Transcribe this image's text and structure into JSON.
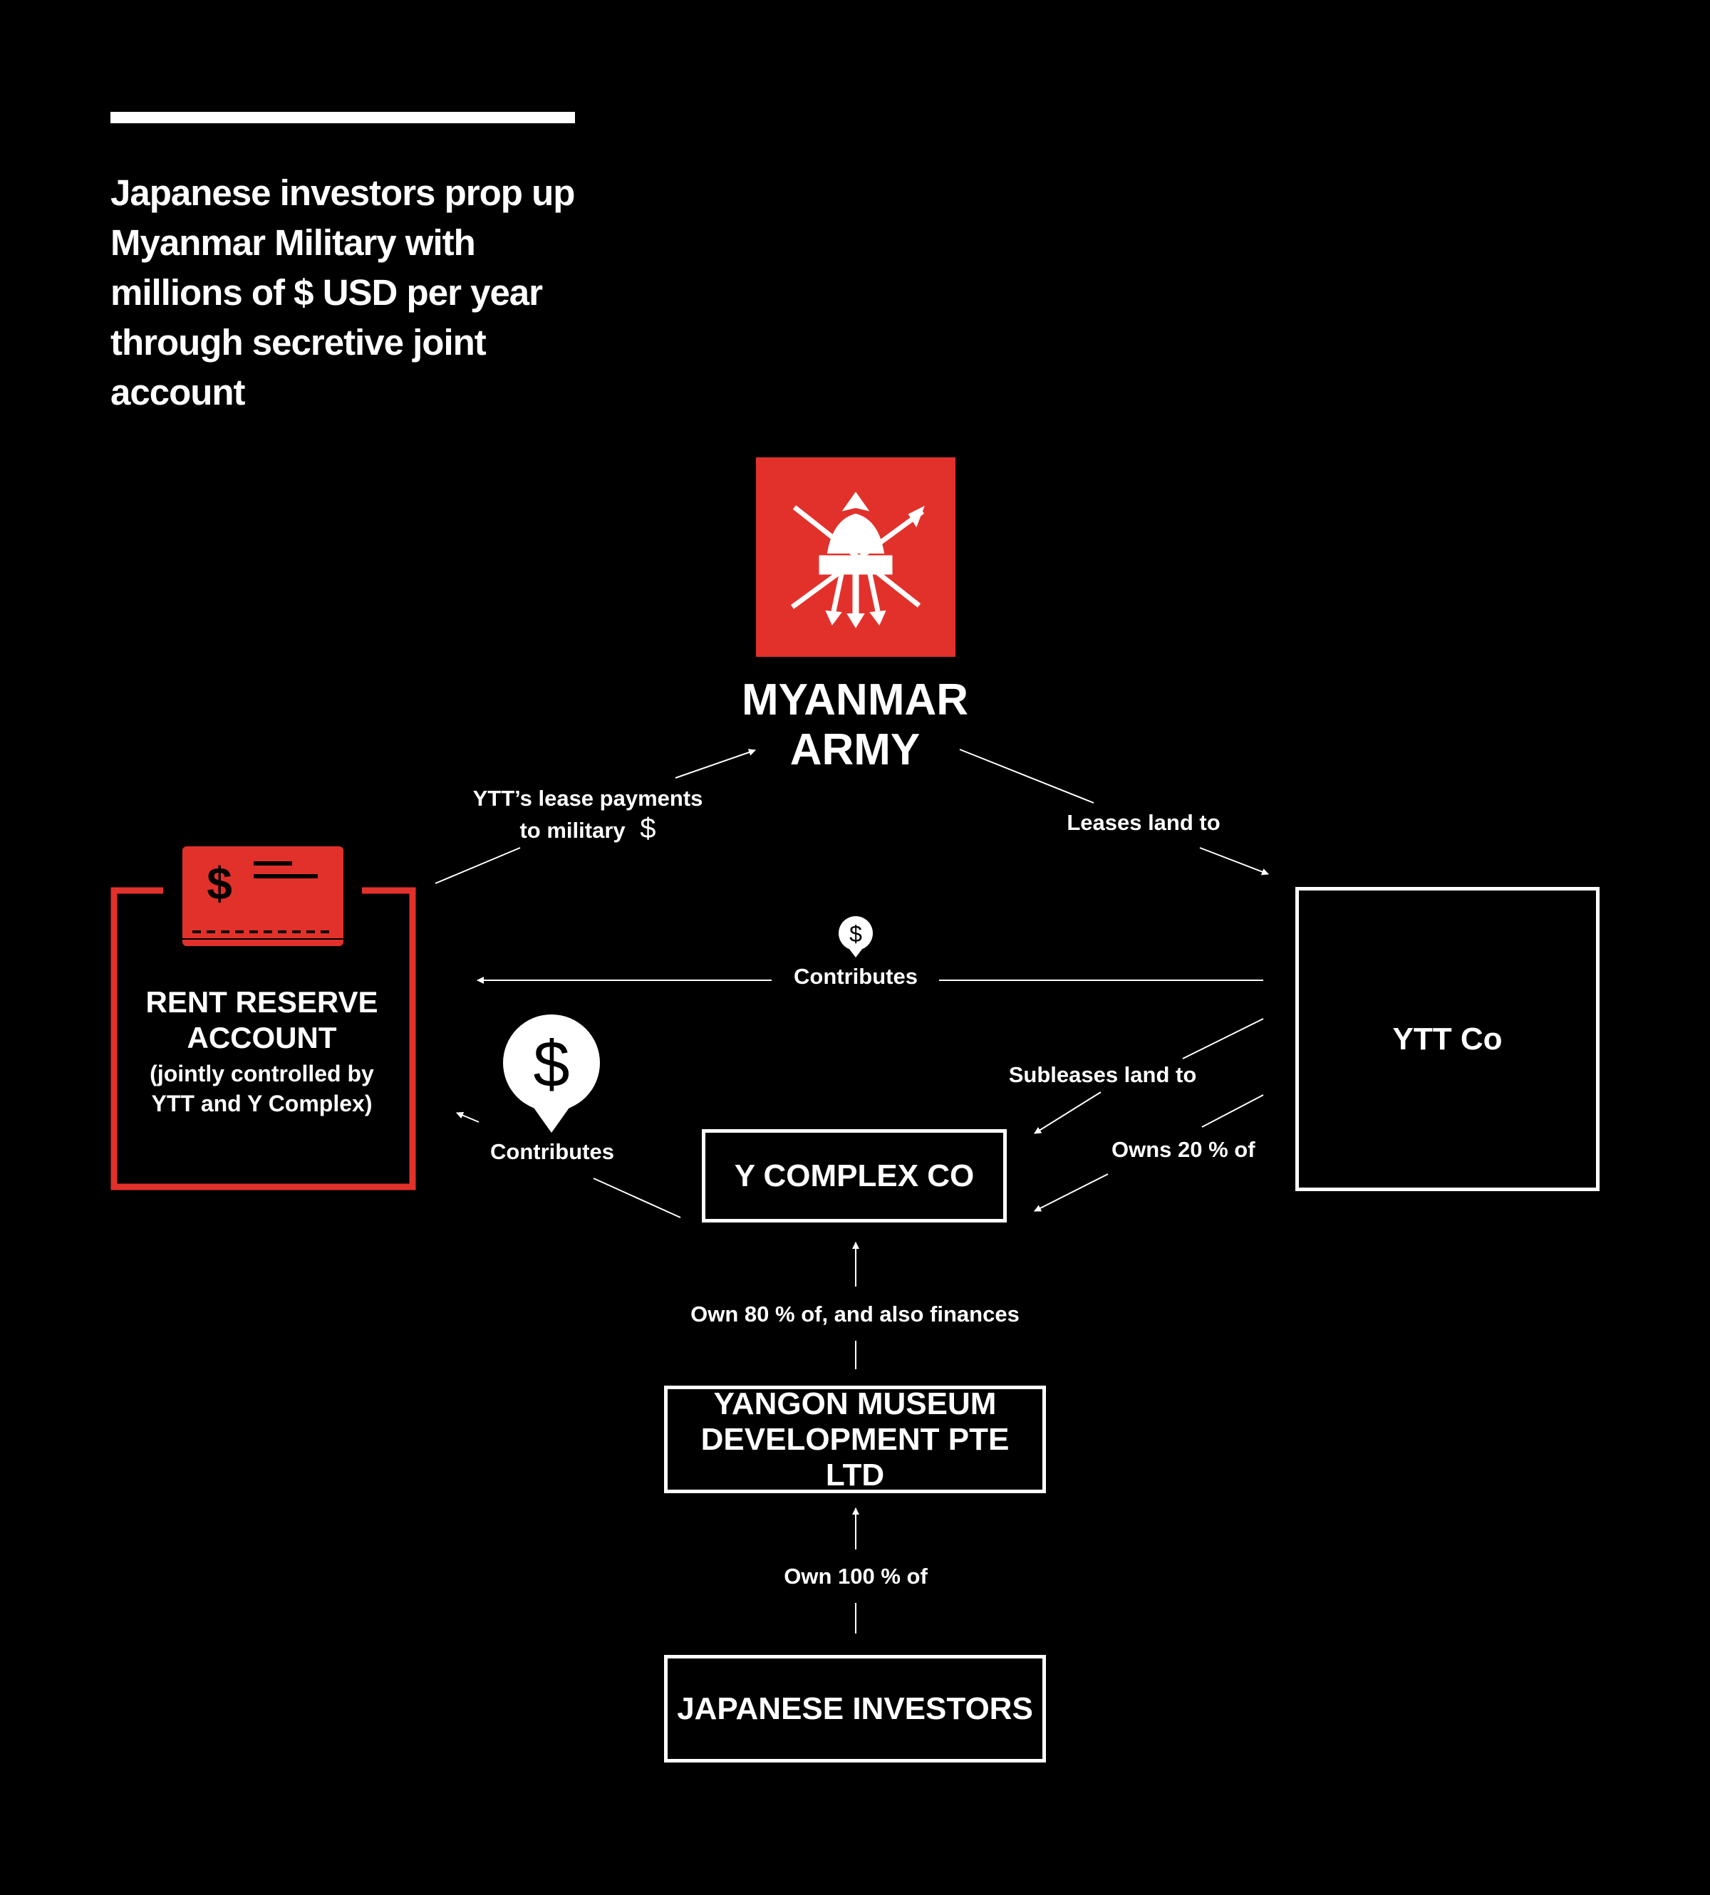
{
  "headline": "Japanese investors prop up Myanmar Military with millions of $ USD per year through secretive joint account",
  "colors": {
    "accent_red": "#e2312b",
    "background": "#000000",
    "foreground": "#ffffff"
  },
  "nodes": {
    "army": {
      "label_line1": "MYANMAR",
      "label_line2": "ARMY",
      "icon": "myanmar-army-emblem-icon"
    },
    "rent": {
      "title_line1": "RENT RESERVE",
      "title_line2": "ACCOUNT",
      "sub_line1": "(jointly controlled by",
      "sub_line2": "YTT and Y Complex)",
      "icon": "check-card-dollar-icon"
    },
    "ytt": {
      "label": "YTT Co"
    },
    "ycomplex": {
      "label": "Y COMPLEX CO"
    },
    "yangon": {
      "label_line1": "YANGON MUSEUM",
      "label_line2": "DEVELOPMENT PTE LTD"
    },
    "japanese": {
      "label": "JAPANESE INVESTORS"
    }
  },
  "edges": {
    "lease_payments": {
      "line1": "YTT’s lease payments",
      "line2": "to military",
      "symbol": "$"
    },
    "leases_land": "Leases land to",
    "contributes_ytt": "Contributes",
    "contributes_ycomplex": "Contributes",
    "subleases_land": "Subleases land to",
    "owns_20": "Owns 20 % of",
    "own_80": "Own 80 % of, and also finances",
    "own_100": "Own 100 % of"
  },
  "icons": {
    "dollar_pin_small": "dollar-pin-icon",
    "dollar_pin_large": "dollar-pin-icon",
    "dollar_symbol": "$"
  }
}
